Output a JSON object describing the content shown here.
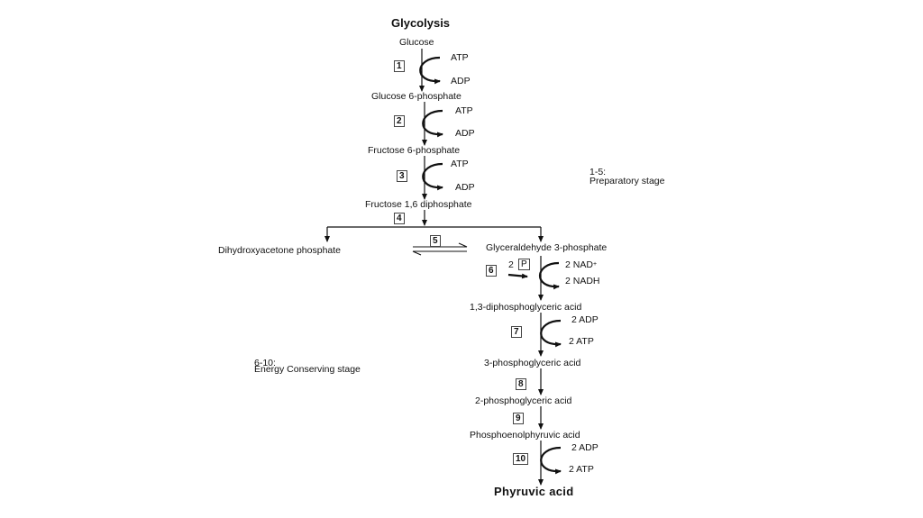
{
  "title": "Glycolysis",
  "metabolites": {
    "glucose": "Glucose",
    "g6p": "Glucose 6-phosphate",
    "f6p": "Fructose 6-phosphate",
    "fdp": "Fructose 1,6 diphosphate",
    "dhap": "Dihydroxyacetone phosphate",
    "g3p": "Glyceraldehyde 3-phosphate",
    "dpg13": "1,3-diphosphoglyceric acid",
    "pg3": "3-phosphoglyceric acid",
    "pg2": "2-phosphoglyceric acid",
    "pep": "Phosphoenolphyruvic acid",
    "pyruvate": "Phyruvic acid"
  },
  "steps": [
    "1",
    "2",
    "3",
    "4",
    "5",
    "6",
    "7",
    "8",
    "9",
    "10"
  ],
  "cofactors": {
    "s1_in": "ATP",
    "s1_out": "ADP",
    "s2_in": "ATP",
    "s2_out": "ADP",
    "s3_in": "ATP",
    "s3_out": "ADP",
    "s6_pi_coef": "2",
    "s6_pi_label": "P",
    "s6_in": "2 NAD",
    "s6_in_sup": "+",
    "s6_out": "2 NADH",
    "s7_in": "2 ADP",
    "s7_out": "2 ATP",
    "s10_in": "2 ADP",
    "s10_out": "2 ATP"
  },
  "stages": {
    "prep_range": "1-5:",
    "prep_name": "Preparatory stage",
    "energy_range": "6-10:",
    "energy_name": "Energy Conserving stage"
  }
}
